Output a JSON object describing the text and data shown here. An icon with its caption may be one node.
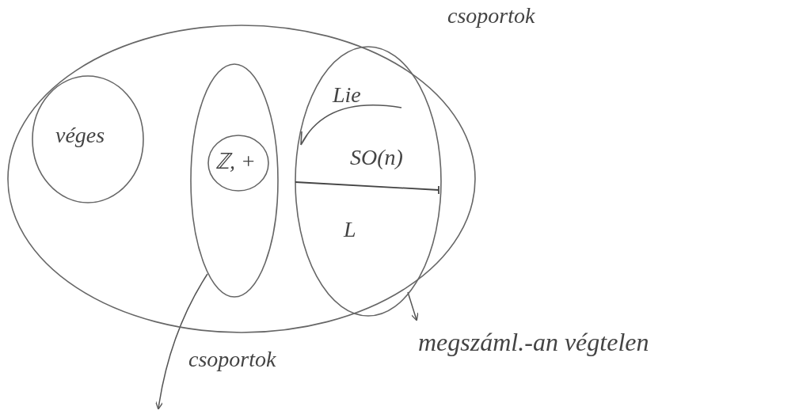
{
  "diagram": {
    "nodes": [
      {
        "text": [
          "csoportok"
        ]
      },
      {
        "text": [
          "véges"
        ],
        "in": 0
      },
      {
        "text": [],
        "shape": "ellipse",
        "in": 0
      },
      {
        "text": [
          "ℤ, +"
        ],
        "in": 2
      },
      {
        "text": [
          "Lie",
          "SO(n)",
          "L"
        ],
        "in": 0
      },
      {
        "text": [
          "megszáml.-an végtelen"
        ]
      }
    ],
    "edges": [
      {
        "from": 2,
        "to": null,
        "arrow": "to"
      },
      {
        "from": 4,
        "to": 5,
        "arrow": "to"
      }
    ],
    "labels": [
      "csoportok"
    ]
  }
}
